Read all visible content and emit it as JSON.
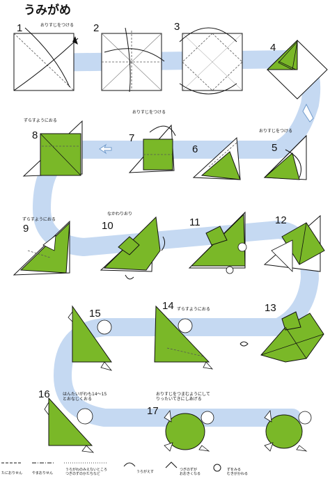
{
  "title": "うみがめ",
  "steps": [
    {
      "number": "1",
      "note": "おりすじをつける"
    },
    {
      "number": "2",
      "note": ""
    },
    {
      "number": "3",
      "note": ""
    },
    {
      "number": "4",
      "note": ""
    },
    {
      "number": "5",
      "note": "おりすじをつける"
    },
    {
      "number": "6",
      "note": ""
    },
    {
      "number": "7",
      "note": "おりすじをつける"
    },
    {
      "number": "8",
      "note": "ずらすようにおる"
    },
    {
      "number": "9",
      "note": "ずらすようにおる"
    },
    {
      "number": "10",
      "note": "なかわりおり"
    },
    {
      "number": "11",
      "note": ""
    },
    {
      "number": "12",
      "note": ""
    },
    {
      "number": "13",
      "note": ""
    },
    {
      "number": "14",
      "note": "ずらすようにおる"
    },
    {
      "number": "15",
      "note": ""
    },
    {
      "number": "16",
      "note": "はんたいがわも14〜15\nとおなじくおる"
    },
    {
      "number": "17",
      "note": "おりすじをつまむようにして\nりったいてきにしあげる"
    }
  ],
  "legend": {
    "valley": "たにおりせん",
    "mountain": "やまおりせん",
    "hidden": "うらがわのみえないところ\nつぎのずのかたちなど",
    "turn_over": "うらがえす",
    "zoom": "つぎのずが\nおおきくなる",
    "rotate": "ずをみる\nむきがかわる"
  },
  "colors": {
    "paper_green": "#7ab828",
    "paper_white": "#ffffff",
    "path_blue": "#c5d9f2",
    "line": "#111111"
  }
}
